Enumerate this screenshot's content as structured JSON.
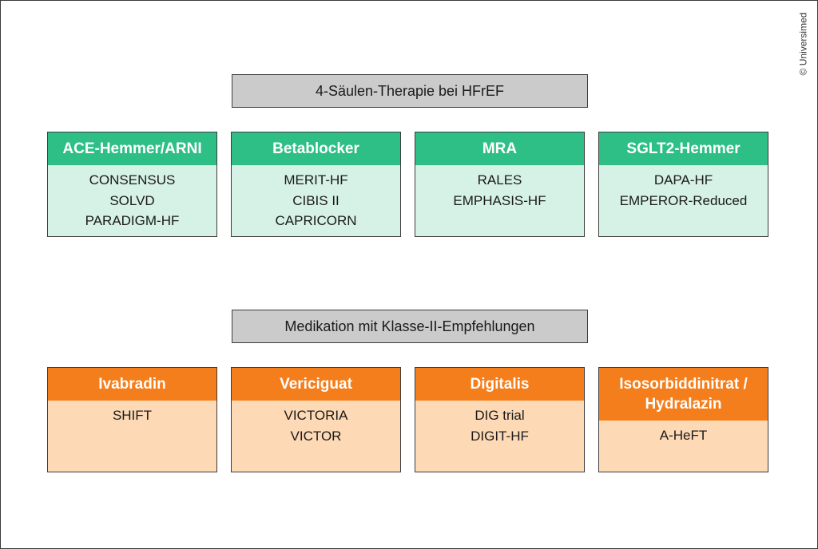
{
  "copyright": "© Universimed",
  "section1": {
    "title": "4-Säulen-Therapie bei HFrEF",
    "cards": [
      {
        "title": "ACE-Hemmer/ARNI",
        "items": [
          "CONSENSUS",
          "SOLVD",
          "PARADIGM-HF"
        ]
      },
      {
        "title": "Betablocker",
        "items": [
          "MERIT-HF",
          "CIBIS II",
          "CAPRICORN"
        ]
      },
      {
        "title": "MRA",
        "items": [
          "RALES",
          "EMPHASIS-HF"
        ]
      },
      {
        "title": "SGLT2-Hemmer",
        "items": [
          "DAPA-HF",
          "EMPEROR-Reduced"
        ]
      }
    ]
  },
  "section2": {
    "title": "Medikation mit Klasse-II-Empfehlungen",
    "cards": [
      {
        "title": "Ivabradin",
        "items": [
          "SHIFT"
        ]
      },
      {
        "title": "Vericiguat",
        "items": [
          "VICTORIA",
          "VICTOR"
        ]
      },
      {
        "title": "Digitalis",
        "items": [
          "DIG trial",
          "DIGIT-HF"
        ]
      },
      {
        "title_line1": "Isosorbiddinitrat /",
        "title_line2": "Hydralazin",
        "items": [
          "A-HeFT"
        ]
      }
    ]
  },
  "colors": {
    "header_bg": "#cbcbcb",
    "green_title": "#2dbf86",
    "green_body": "#d6f1e6",
    "orange_title": "#f57e1c",
    "orange_body": "#fdd9b5"
  }
}
